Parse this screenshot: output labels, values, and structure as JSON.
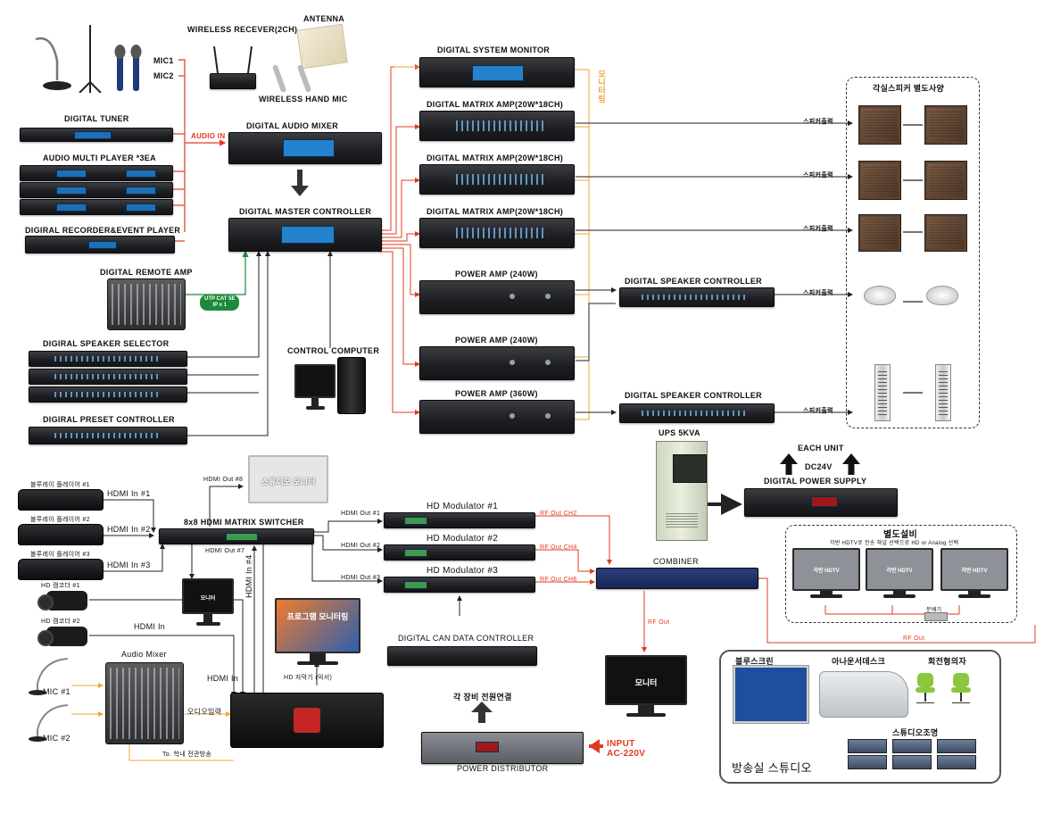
{
  "labels": {
    "mic1": "MIC1",
    "mic2": "MIC2",
    "wireless_receiver": "WIRELESS RECEVER(2CH)",
    "antenna": "ANTENNA",
    "wireless_hand_mic": "WIRELESS HAND MIC",
    "digital_tuner": "DIGITAL TUNER",
    "audio_in": "AUDIO IN",
    "digital_audio_mixer": "DIGITAL AUDIO MIXER",
    "audio_multi_player": "AUDIO MULTI PLAYER *3EA",
    "digital_master_controller": "DIGITAL MASTER CONTROLLER",
    "recorder_event_player": "DIGIRAL RECORDER&EVENT PLAYER",
    "digital_remote_amp": "DIGITAL REMOTE AMP",
    "utp_cat": "UTP CAT 5E\nIP x 1",
    "speaker_selector": "DIGIRAL SPEAKER SELECTOR",
    "control_computer": "CONTROL COMPUTER",
    "preset_controller": "DIGIRAL PRESET CONTROLLER",
    "system_monitor": "DIGITAL SYSTEM MONITOR",
    "monitoring": "모니터링",
    "matrix_amp_1": "DIGITAL MATRIX AMP(20W*18CH)",
    "matrix_amp_2": "DIGITAL MATRIX AMP(20W*18CH)",
    "matrix_amp_3": "DIGITAL MATRIX AMP(20W*18CH)",
    "power_amp_240_1": "POWER AMP (240W)",
    "power_amp_240_2": "POWER AMP (240W)",
    "power_amp_360": "POWER AMP (360W)",
    "speaker_controller_1": "DIGITAL SPEAKER CONTROLLER",
    "speaker_controller_2": "DIGITAL SPEAKER CONTROLLER",
    "speaker_spec_box": "각실스피커 별도사양",
    "speaker_out": "스피커출력",
    "ups": "UPS 5KVA",
    "each_unit": "EACH UNIT",
    "dc24v": "DC24V",
    "digital_power_supply": "DIGITAL POWER SUPPLY",
    "separate_equipment": "별도설비",
    "separate_equipment_note": "각반 HDTV로 전송 채널 선택으로 HD or Analog 선택",
    "tv_label": "각반 HDTV",
    "bluray_1": "블루레이 플레이어 #1",
    "bluray_2": "블루레이 플레이어 #2",
    "bluray_3": "블루레이 플레이어 #3",
    "hdmi_in_1": "HDMI In #1",
    "hdmi_in_2": "HDMI In #2",
    "hdmi_in_3": "HDMI In #3",
    "hdmi_in_4": "HDMI In #4",
    "hdmi_in": "HDMI In",
    "hdmi_in_b": "HDMI In",
    "hdmi_out_8": "HDMI Out #8",
    "hdmi_out_7": "HDMI Out #7",
    "hdmi_out_1": "HDMI Out #1",
    "hdmi_out_2": "HDMI Out #2",
    "hdmi_out_3": "HDMI Out #3",
    "matrix_switcher": "8x8 HDMI MATRIX SWITCHER",
    "studio_monitor": "스튜디오 모니터",
    "hd_modulator_1": "HD Modulator #1",
    "hd_modulator_2": "HD Modulator #2",
    "hd_modulator_3": "HD Modulator #3",
    "rf_out_ch2": "RF Out CH2",
    "rf_out_ch4": "RF Out CH4",
    "rf_out_ch6": "RF Out CH6",
    "combiner": "COMBINER",
    "rf_out": "RF Out",
    "rf_out_2": "RF Out",
    "monitor": "모니터",
    "hd_camera_1": "HD 캠코더 #1",
    "hd_camera_2": "HD 캠코더 #2",
    "audio_mixer": "Audio Mixer",
    "mic_1": "MIC #1",
    "mic_2": "MIC #2",
    "audio_input": "오디오입력",
    "to_broadcast": "To. 학내 전관방송",
    "program_monitoring": "프로그램 모니터링",
    "hd_subtitler": "HD 자막기 (익서)",
    "can_data_controller": "DIGITAL CAN DATA CONTROLLER",
    "power_connect": "각 장비 전원연결",
    "power_distributor": "POWER DISTRIBUTOR",
    "input_ac": "INPUT\nAC-220V",
    "blue_screen": "블루스크린",
    "announcer_desk": "아나운서데스크",
    "swivel_chair": "회전형의자",
    "studio_lighting": "스튜디오조명",
    "broadcast_studio": "방송실 스튜디오",
    "small_monitor": "모니터",
    "splitter": "분배기"
  },
  "colors": {
    "red_line": "#e03a22",
    "orange_line": "#f0a43a",
    "green_line": "#1c8a3a",
    "black_line": "#222222",
    "speaker_wood": "#5a3f2d",
    "screen_blue": "#1f6fb8"
  }
}
